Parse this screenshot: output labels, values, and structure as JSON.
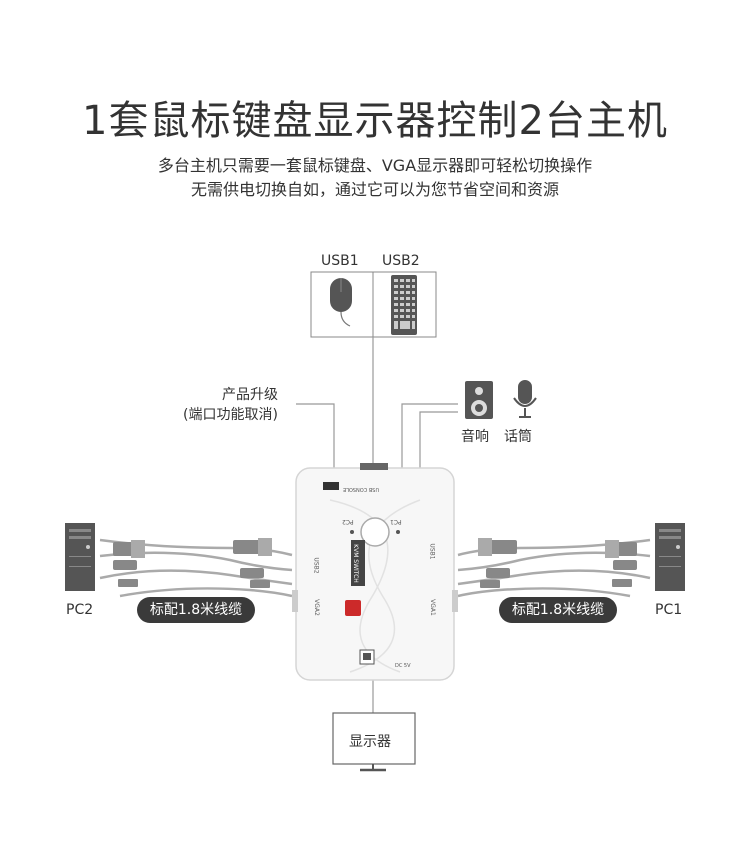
{
  "title": "1套鼠标键盘显示器控制2台主机",
  "subtitle_line1": "多台主机只需要一套鼠标键盘、VGA显示器即可轻松切换操作",
  "subtitle_line2": "无需供电切换自如，通过它可以为您节省空间和资源",
  "usb1_label": "USB1",
  "usb2_label": "USB2",
  "upgrade_label_line1": "产品升级",
  "upgrade_label_line2": "(端口功能取消)",
  "speaker_label": "音响",
  "mic_label": "话筒",
  "pc2_label": "PC2",
  "pc1_label": "PC1",
  "cable_left": "标配1.8米线缆",
  "cable_right": "标配1.8米线缆",
  "monitor_label": "显示器",
  "device": {
    "usb_console": "USB CONSOLE",
    "pc1": "PC1",
    "pc2": "PC2",
    "usb1": "USB1",
    "usb2": "USB2",
    "vga1": "VGA1",
    "vga2": "VGA2",
    "dc": "DC 5V",
    "brand": "KVM SWITCH"
  }
}
